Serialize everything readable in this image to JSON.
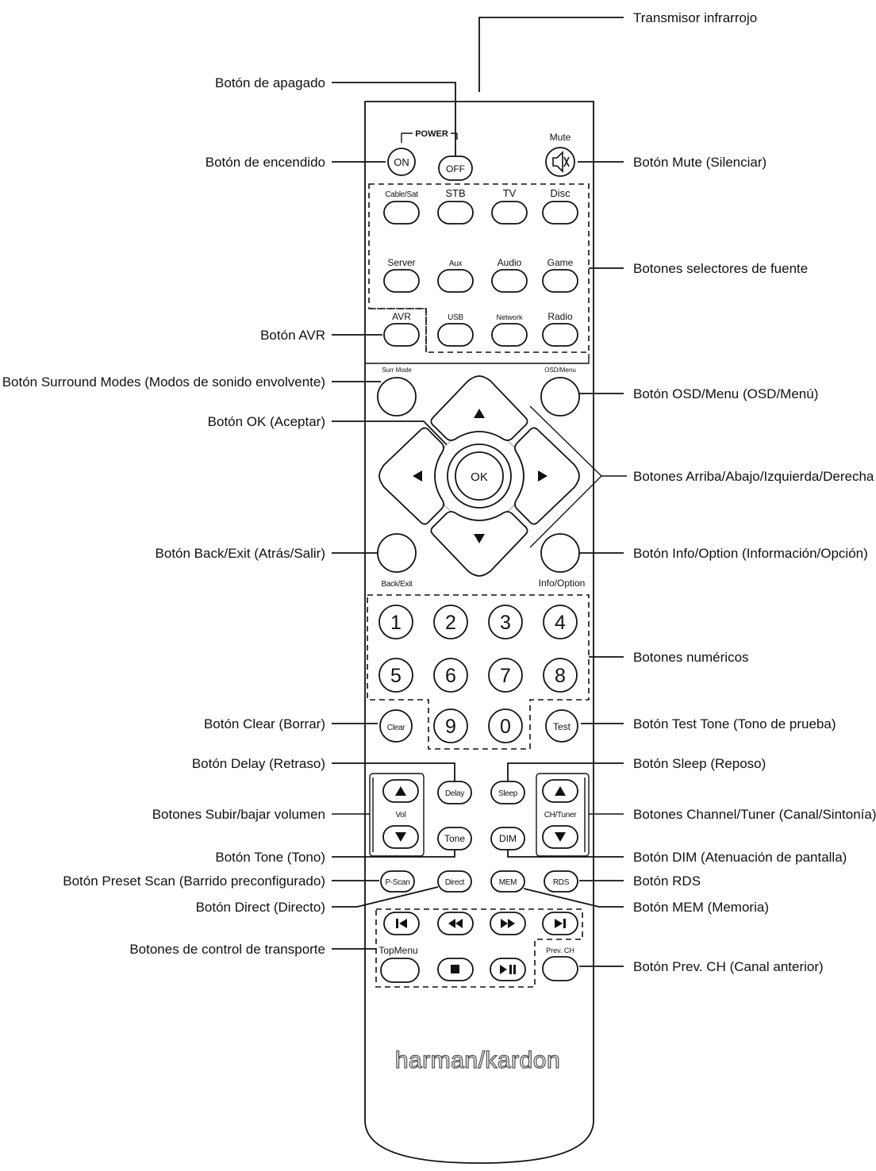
{
  "callouts": {
    "infrared": "Transmisor infrarrojo",
    "power_off": "Botón de apagado",
    "power_on": "Botón de encendido",
    "mute": "Botón Mute (Silenciar)",
    "source": "Botones selectores de fuente",
    "avr": "Botón AVR",
    "surround": "Botón Surround Modes (Modos de sonido envolvente)",
    "osd": "Botón OSD/Menu (OSD/Menú)",
    "ok": "Botón OK (Aceptar)",
    "arrows": "Botones Arriba/Abajo/Izquierda/Derecha",
    "back": "Botón Back/Exit (Atrás/Salir)",
    "info": "Botón Info/Option (Información/Opción)",
    "numeric": "Botones numéricos",
    "clear": "Botón Clear (Borrar)",
    "test": "Botón Test Tone (Tono de prueba)",
    "delay": "Botón Delay (Retraso)",
    "sleep": "Botón Sleep (Reposo)",
    "volume": "Botones Subir/bajar volumen",
    "channel": "Botones Channel/Tuner (Canal/Sintonía)",
    "tone": "Botón Tone (Tono)",
    "dim": "Botón DIM (Atenuación de pantalla)",
    "pscan": "Botón Preset Scan (Barrido preconfigurado)",
    "rds": "Botón RDS",
    "direct": "Botón Direct (Directo)",
    "mem": "Botón MEM (Memoria)",
    "transport": "Botones de control de transporte",
    "prevch": "Botón Prev. CH (Canal anterior)"
  },
  "remote": {
    "power_label": "POWER",
    "on": "ON",
    "off": "OFF",
    "mute": "Mute",
    "sources": [
      "Cable/Sat",
      "STB",
      "TV",
      "Disc",
      "Server",
      "Aux",
      "Audio",
      "Game",
      "AVR",
      "USB",
      "Network",
      "Radio"
    ],
    "surr_mode": "Surr Mode",
    "osd_menu": "OSD/Menu",
    "ok": "OK",
    "back_exit": "Back/Exit",
    "info_option": "Info/Option",
    "digits": [
      "1",
      "2",
      "3",
      "4",
      "5",
      "6",
      "7",
      "8",
      "9",
      "0"
    ],
    "clear": "Clear",
    "test": "Test",
    "delay": "Delay",
    "sleep": "Sleep",
    "vol": "Vol",
    "ch_tuner": "CH/Tuner",
    "tone": "Tone",
    "dim": "DIM",
    "pscan": "P-Scan",
    "direct": "Direct",
    "mem": "MEM",
    "rds": "RDS",
    "top_menu": "TopMenu",
    "prev_ch": "Prev. CH",
    "brand": "harman/kardon"
  },
  "icons": {
    "mute": "speaker-muted-icon",
    "up": "triangle-up-icon",
    "down": "triangle-down-icon",
    "left": "triangle-left-icon",
    "right": "triangle-right-icon",
    "prev": "skip-previous-icon",
    "rew": "rewind-icon",
    "ffw": "fast-forward-icon",
    "next": "skip-next-icon",
    "stop": "stop-icon",
    "playpause": "play-pause-icon"
  }
}
